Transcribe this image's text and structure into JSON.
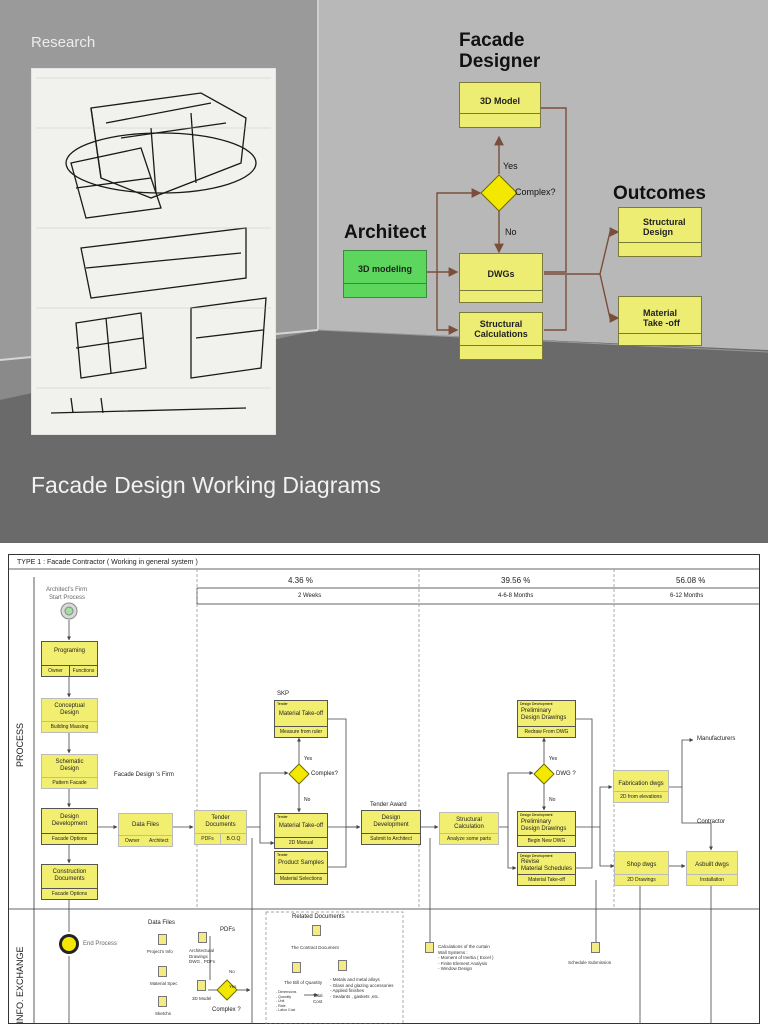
{
  "top": {
    "section_label": "Research",
    "page_title": "Facade Design Working Diagrams",
    "roles": {
      "designer_line1": "Facade",
      "designer_line2": "Designer",
      "architect": "Architect",
      "outcomes": "Outcomes"
    },
    "boxes": {
      "model_3d": "3D Model",
      "modeling_3d": "3D modeling",
      "dwgs": "DWGs",
      "structural_calc_line1": "Structural",
      "structural_calc_line2": "Calculations",
      "structural_design_line1": "Structural",
      "structural_design_line2": "Design",
      "material_takeoff_line1": "Material",
      "material_takeoff_line2": "Take -off"
    },
    "decision": {
      "question": "Complex?",
      "yes": "Yes",
      "no": "No"
    },
    "colors": {
      "outcome_box": "#eded73",
      "architect_box": "#5cd65c",
      "arrow": "#7a4e3a"
    }
  },
  "chart": {
    "type_title": "TYPE 1 : Facade Contractor ( Working in general system )",
    "lanes": {
      "process": "PROCESS",
      "info": "INFO. EXCHANGE"
    },
    "phases": [
      {
        "percent": "4.36 %",
        "duration": "2 Weeks"
      },
      {
        "percent": "39.56 %",
        "duration": "4-6-8 Months"
      },
      {
        "percent": "56.08 %",
        "duration": "6-12  Months"
      }
    ],
    "architects_firm": "Architect's Firm",
    "start_process": "Start Process",
    "end_process": "End Process",
    "facade_firm": "Facade Design 's Firm",
    "skp": "SKP",
    "tender_award": "Tender Award",
    "yes": "Yes",
    "no": "No",
    "complex_q": "Complex?",
    "dwg_q": "DWG ?",
    "manufacturers": "Manufacturers",
    "contractor": "Contractor",
    "boxes": {
      "programing": {
        "title": "Programing",
        "sub1": "Owner",
        "sub2": "Functions"
      },
      "conceptual": {
        "title_line1": "Conceptual",
        "title_line2": "Design",
        "sub": "Building Massing"
      },
      "schematic": {
        "title_line1": "Schematic",
        "title_line2": "Design",
        "sub": "Pattern Facade"
      },
      "design_dev": {
        "title_line1": "Design",
        "title_line2": "Development",
        "sub": "Facade Options"
      },
      "construction": {
        "title_line1": "Construction",
        "title_line2": "Documents",
        "sub": "Facade Options"
      },
      "data_files": {
        "title": "Data Files",
        "sub1": "Owner",
        "sub2": "Architect"
      },
      "tender_docs": {
        "title_line1": "Tender",
        "title_line2": "Documents",
        "sub1": "PDFs",
        "sub2": "B.O.Q"
      },
      "mat_takeoff_top": {
        "tag": "Tender",
        "title": "Material Take-off",
        "sub": "Measure from ruler"
      },
      "mat_takeoff_mid": {
        "tag": "Tender",
        "title": "Material Take-off",
        "sub": "2D Manual"
      },
      "product_samples": {
        "tag": "Tender",
        "title": "Product Samples",
        "sub": "Material Selections"
      },
      "design_dev2": {
        "title_line1": "Design",
        "title_line2": "Development",
        "sub": "Submit to Architect"
      },
      "structural_calc": {
        "title_line1": "Structural",
        "title_line2": "Calculation",
        "sub": "Analyze some parts"
      },
      "prelim_top": {
        "tag": "Design Development",
        "title_line1": "Preliminary",
        "title_line2": "Design Drawings",
        "sub": "Redraw From DWG"
      },
      "prelim_mid": {
        "tag": "Design Development",
        "title_line1": "Preliminary",
        "title_line2": "Design Drawings",
        "sub": "Begin New DWG"
      },
      "revise": {
        "tag": "Design Development",
        "title_line1": "Revise",
        "title_line2": "Material Schedules",
        "sub": "Material Take-off"
      },
      "fabrication": {
        "title": "Fabrication dwgs",
        "sub": "2D from elevations"
      },
      "shop": {
        "title": "Shop dwgs",
        "sub": "2D Drawings"
      },
      "asbuilt": {
        "title": "Asbuilt dwgs",
        "sub": "Installation"
      }
    },
    "info": {
      "data_files": "Data Files",
      "pdfs": "PDFs",
      "projects_info": "Project's Info",
      "arch_drawings": [
        "Architectural",
        "Drawings",
        "DWG , PDFs"
      ],
      "material_spec": "Material Spec",
      "sketchs": "Sketchs",
      "model_3d": "3D Model",
      "complex_q": "Complex ?",
      "related_docs": "Related Documents",
      "contract_doc": "The Contract Document",
      "bill_qty": "The Bill of Quantity",
      "bill_items": [
        "- Dimensions",
        "- Quantity",
        "- Unit",
        "- Rate",
        "- Labor Cost"
      ],
      "total_cost": [
        "Total",
        "Cost"
      ],
      "materials": [
        "- Metals and metal alloys",
        "- Glass and glazing accessories",
        "- Applied finishes",
        "- Sealants , gaskets ,etc."
      ],
      "calc_notes": [
        "Calculations of the curtain",
        "Wall Systems :",
        "- Moment of Inertia ( Excel )",
        "- Finite Element Analysis",
        "- Window Design"
      ],
      "schedule_sub": "Schedule Submission"
    }
  }
}
